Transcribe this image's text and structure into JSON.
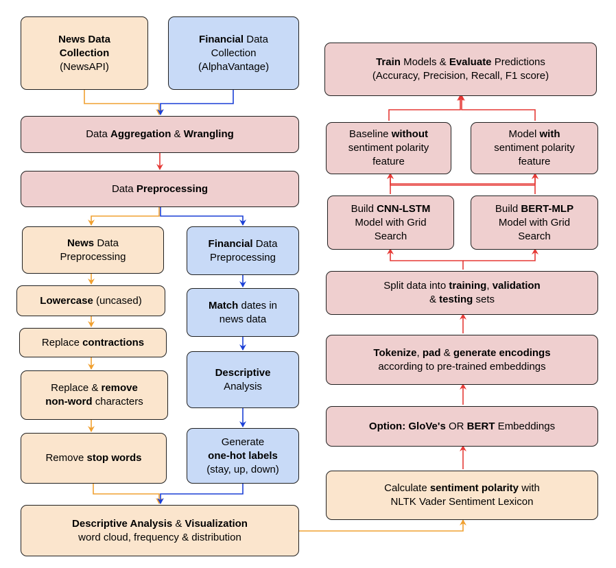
{
  "colors": {
    "orange_fill": "#fbe5cd",
    "blue_fill": "#c8daf7",
    "red_fill": "#efcfcf",
    "orange_arrow": "#f0a030",
    "blue_arrow": "#1a3fd6",
    "red_arrow": "#e53935"
  },
  "nodes": {
    "news_collection": [
      [
        {
          "t": "News Data",
          "b": true
        }
      ],
      [
        {
          "t": "Collection",
          "b": true
        }
      ],
      [
        {
          "t": "(NewsAPI)",
          "b": false
        }
      ]
    ],
    "financial_collection": [
      [
        {
          "t": "Financial",
          "b": true
        },
        {
          "t": " Data",
          "b": false
        }
      ],
      [
        {
          "t": "Collection",
          "b": false
        }
      ],
      [
        {
          "t": "(AlphaVantage)",
          "b": false
        }
      ]
    ],
    "aggregation": [
      [
        {
          "t": "Data ",
          "b": false
        },
        {
          "t": "Aggregation",
          "b": true
        },
        {
          "t": " & ",
          "b": false
        },
        {
          "t": "Wrangling",
          "b": true
        }
      ]
    ],
    "preprocessing": [
      [
        {
          "t": "Data ",
          "b": false
        },
        {
          "t": "Preprocessing",
          "b": true
        }
      ]
    ],
    "news_preprocessing": [
      [
        {
          "t": "News",
          "b": true
        },
        {
          "t": " Data",
          "b": false
        }
      ],
      [
        {
          "t": "Preprocessing",
          "b": false
        }
      ]
    ],
    "lowercase": [
      [
        {
          "t": "Lowercase",
          "b": true
        },
        {
          "t": " (uncased)",
          "b": false
        }
      ]
    ],
    "contractions": [
      [
        {
          "t": "Replace ",
          "b": false
        },
        {
          "t": "contractions",
          "b": true
        }
      ]
    ],
    "nonword": [
      [
        {
          "t": "Replace & ",
          "b": false
        },
        {
          "t": "remove",
          "b": true
        }
      ],
      [
        {
          "t": "non-word",
          "b": true
        },
        {
          "t": " characters",
          "b": false
        }
      ]
    ],
    "stopwords": [
      [
        {
          "t": "Remove ",
          "b": false
        },
        {
          "t": "stop words",
          "b": true
        }
      ]
    ],
    "financial_preprocessing": [
      [
        {
          "t": "Financial",
          "b": true
        },
        {
          "t": " Data",
          "b": false
        }
      ],
      [
        {
          "t": "Preprocessing",
          "b": false
        }
      ]
    ],
    "match_dates": [
      [
        {
          "t": "Match",
          "b": true
        },
        {
          "t": " dates in",
          "b": false
        }
      ],
      [
        {
          "t": "news data",
          "b": false
        }
      ]
    ],
    "descriptive": [
      [
        {
          "t": "Descriptive",
          "b": true
        }
      ],
      [
        {
          "t": "Analysis",
          "b": false
        }
      ]
    ],
    "onehot": [
      [
        {
          "t": "Generate",
          "b": false
        }
      ],
      [
        {
          "t": "one-hot labels",
          "b": true
        }
      ],
      [
        {
          "t": "(stay, up, down)",
          "b": false
        }
      ]
    ],
    "visualization": [
      [
        {
          "t": "Descriptive Analysis",
          "b": true
        },
        {
          "t": " & ",
          "b": false
        },
        {
          "t": "Visualization",
          "b": true
        }
      ],
      [
        {
          "t": "word cloud, frequency & distribution",
          "b": false
        }
      ]
    ],
    "train": [
      [
        {
          "t": "Train",
          "b": true
        },
        {
          "t": " Models & ",
          "b": false
        },
        {
          "t": "Evaluate",
          "b": true
        },
        {
          "t": " Predictions",
          "b": false
        }
      ],
      [
        {
          "t": "(Accuracy, Precision, Recall, F1 score)",
          "b": false
        }
      ]
    ],
    "baseline": [
      [
        {
          "t": "Baseline ",
          "b": false
        },
        {
          "t": "without",
          "b": true
        }
      ],
      [
        {
          "t": "sentiment polarity",
          "b": false
        }
      ],
      [
        {
          "t": "feature",
          "b": false
        }
      ]
    ],
    "model_with": [
      [
        {
          "t": "Model ",
          "b": false
        },
        {
          "t": "with",
          "b": true
        }
      ],
      [
        {
          "t": "sentiment polarity",
          "b": false
        }
      ],
      [
        {
          "t": "feature",
          "b": false
        }
      ]
    ],
    "cnn_lstm": [
      [
        {
          "t": "Build ",
          "b": false
        },
        {
          "t": "CNN-LSTM",
          "b": true
        }
      ],
      [
        {
          "t": "Model with Grid",
          "b": false
        }
      ],
      [
        {
          "t": "Search",
          "b": false
        }
      ]
    ],
    "bert_mlp": [
      [
        {
          "t": "Build ",
          "b": false
        },
        {
          "t": "BERT-MLP",
          "b": true
        }
      ],
      [
        {
          "t": "Model with Grid",
          "b": false
        }
      ],
      [
        {
          "t": "Search",
          "b": false
        }
      ]
    ],
    "split": [
      [
        {
          "t": "Split data into ",
          "b": false
        },
        {
          "t": "training",
          "b": true
        },
        {
          "t": ", ",
          "b": false
        },
        {
          "t": "validation",
          "b": true
        }
      ],
      [
        {
          "t": "& ",
          "b": false
        },
        {
          "t": "testing",
          "b": true
        },
        {
          "t": " sets",
          "b": false
        }
      ]
    ],
    "tokenize": [
      [
        {
          "t": "Tokenize",
          "b": true
        },
        {
          "t": ", ",
          "b": false
        },
        {
          "t": "pad",
          "b": true
        },
        {
          "t": " & ",
          "b": false
        },
        {
          "t": "generate encodings",
          "b": true
        }
      ],
      [
        {
          "t": "according to pre-trained embeddings",
          "b": false
        }
      ]
    ],
    "embeddings": [
      [
        {
          "t": "Option: GloVe's",
          "b": true
        },
        {
          "t": " OR ",
          "b": false
        },
        {
          "t": "BERT",
          "b": true
        },
        {
          "t": " Embeddings",
          "b": false
        }
      ]
    ],
    "sentiment": [
      [
        {
          "t": "Calculate ",
          "b": false
        },
        {
          "t": "sentiment polarity",
          "b": true
        },
        {
          "t": " with",
          "b": false
        }
      ],
      [
        {
          "t": "NLTK Vader Sentiment Lexicon",
          "b": false
        }
      ]
    ]
  }
}
